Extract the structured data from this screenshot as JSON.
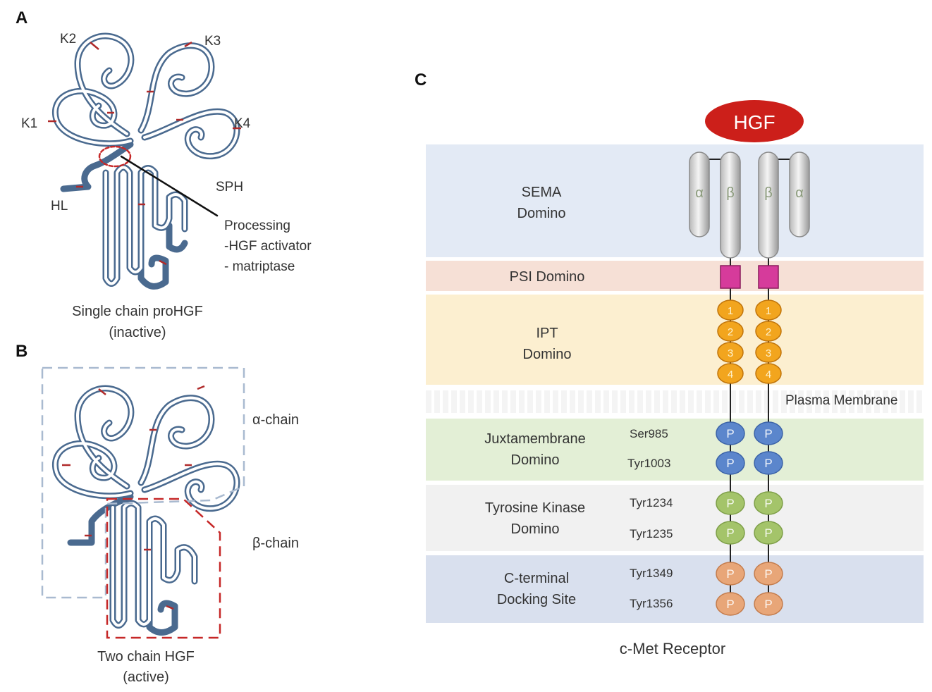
{
  "panel_a": {
    "letter": "A",
    "kringles": [
      "K1",
      "K2",
      "K3",
      "K4"
    ],
    "hl_label": "HL",
    "sph_label": "SPH",
    "processing": [
      "Processing",
      "-HGF activator",
      "- matriptase"
    ],
    "caption": [
      "Single chain proHGF",
      "(inactive)"
    ]
  },
  "panel_b": {
    "letter": "B",
    "alpha_label": "α-chain",
    "beta_label": "β-chain",
    "caption": [
      "Two chain HGF",
      "(active)"
    ]
  },
  "panel_c": {
    "letter": "C",
    "ligand": "HGF",
    "subunits": {
      "alpha": "α",
      "beta": "β"
    },
    "domains": {
      "sema": [
        "SEMA",
        "Domino"
      ],
      "psi": "PSI Domino",
      "ipt": [
        "IPT",
        "Domino"
      ],
      "membrane": "Plasma Membrane",
      "jm": [
        "Juxtamembrane",
        "Domino"
      ],
      "tk": [
        "Tyrosine Kinase",
        "Domino"
      ],
      "ct": [
        "C-terminal",
        "Docking Site"
      ]
    },
    "ipt_numbers": [
      "1",
      "2",
      "3",
      "4"
    ],
    "phospho_label": "P",
    "sites": [
      "Ser985",
      "Tyr1003",
      "Tyr1234",
      "Tyr1235",
      "Tyr1349",
      "Tyr1356"
    ],
    "caption": "c-Met Receptor",
    "colors": {
      "sema_band": "#e3eaf5",
      "psi_band": "#f6e0d6",
      "ipt_band": "#fcefd0",
      "jm_band": "#e3efd6",
      "tk_band": "#f1f1f1",
      "ct_band": "#d9e0ee",
      "hgf": "#cc1f1a",
      "psi_box": "#d63b9b",
      "ipt_bead": "#f2a51e",
      "p_jm": "#5b86cc",
      "p_tk": "#a4c46a",
      "p_ct": "#e8a678",
      "chain": "#4a6a8f"
    }
  }
}
